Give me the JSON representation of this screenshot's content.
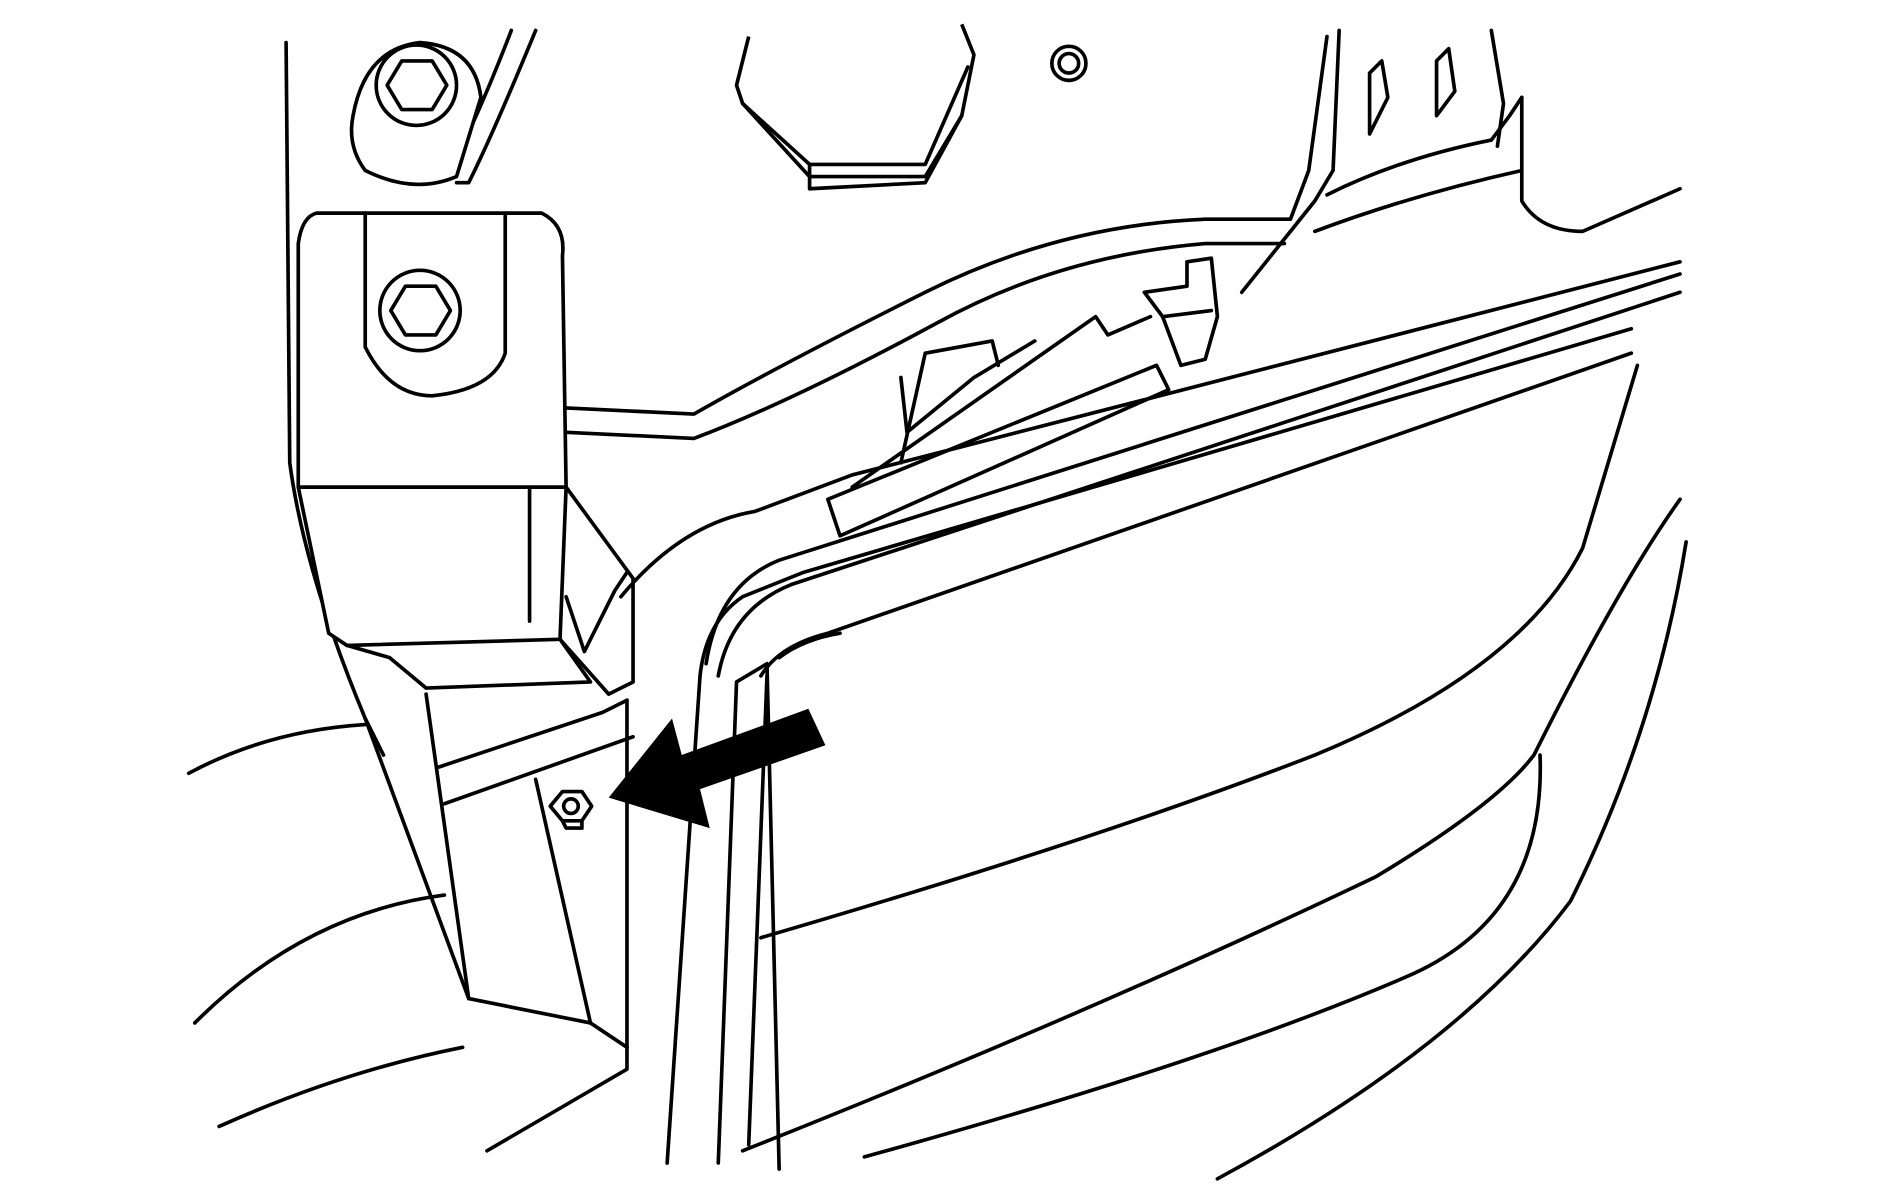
{
  "illustration": {
    "style": "black line art on white background",
    "colors": {
      "line": "#000000",
      "background": "#ffffff",
      "arrow": "#000000"
    },
    "callouts": [
      {
        "type": "arrow",
        "points_to": "nut-fastener",
        "direction": "left"
      }
    ]
  }
}
